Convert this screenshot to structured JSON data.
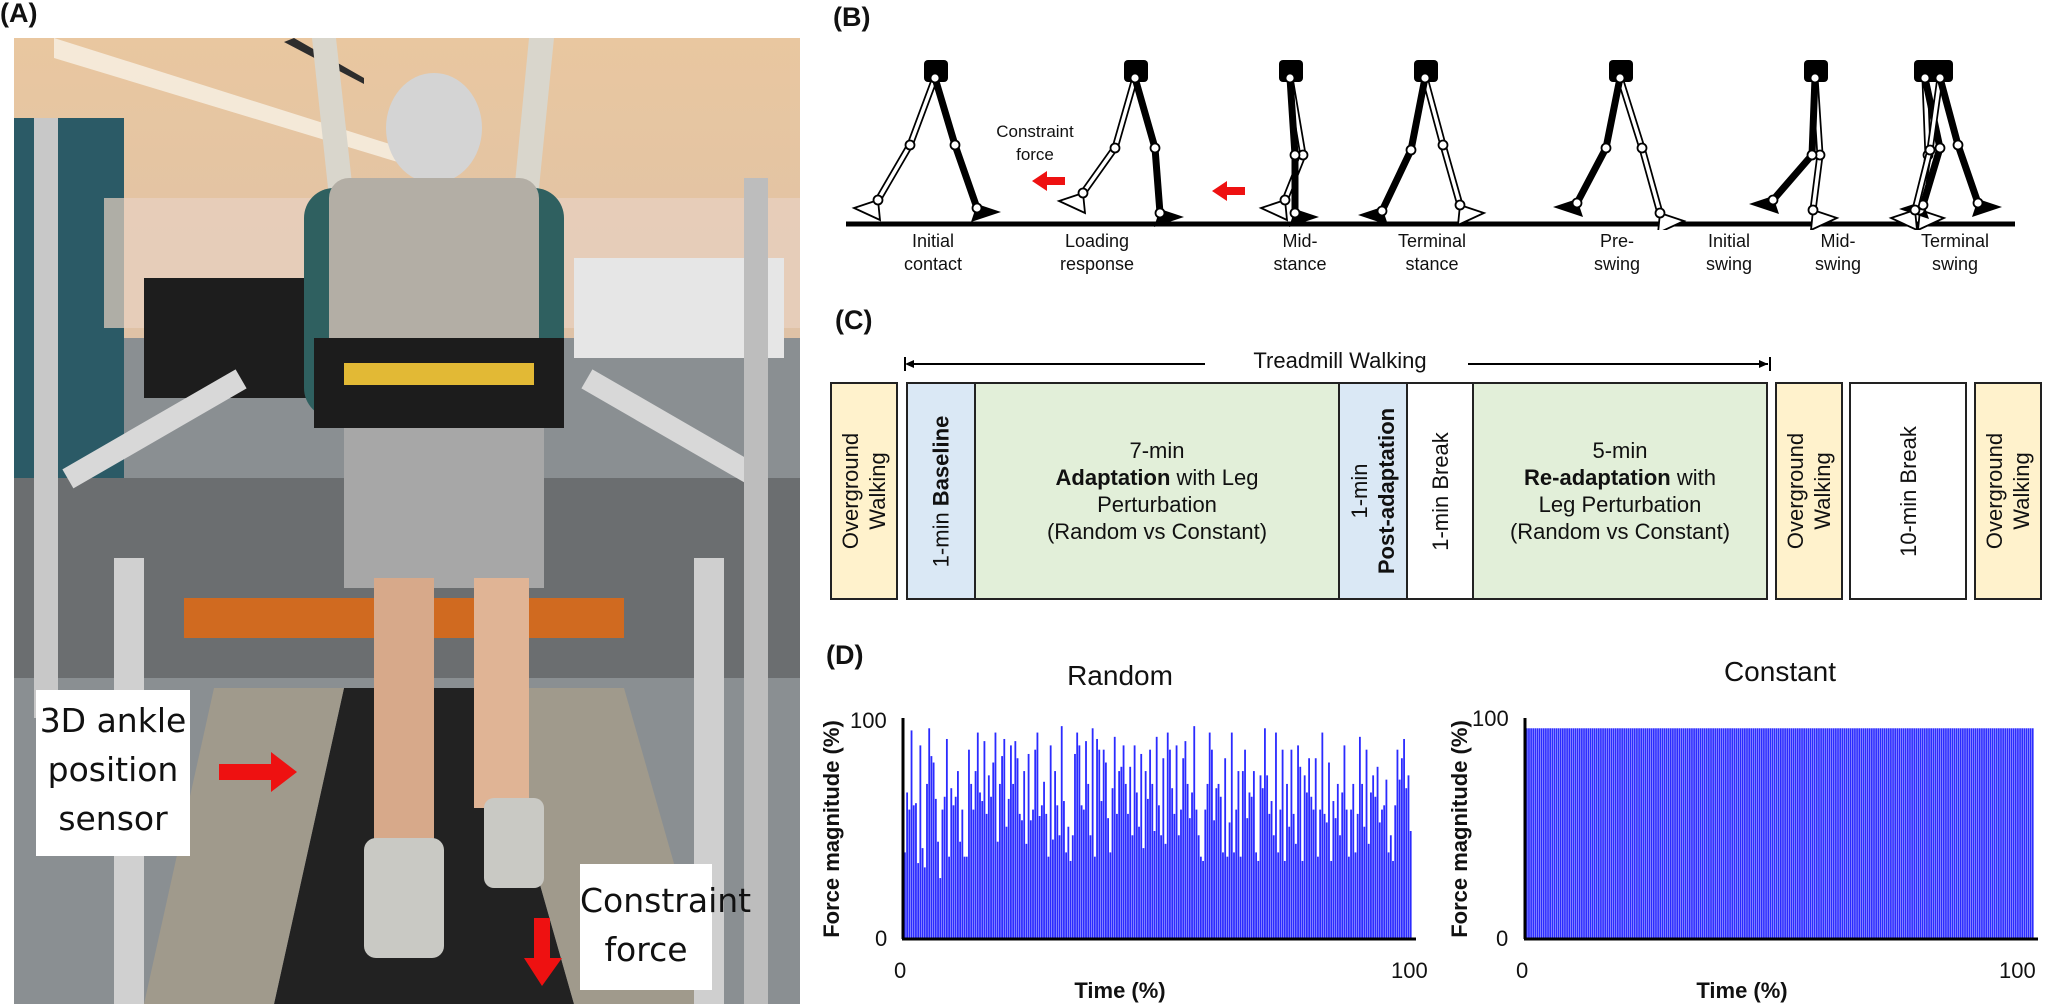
{
  "panels": {
    "a": {
      "label": "(A)",
      "callouts": {
        "sensor": [
          "3D ankle",
          "position",
          "sensor"
        ],
        "force": [
          "Constraint",
          "force"
        ]
      },
      "arrow_color": "#ee1111"
    },
    "b": {
      "label": "(B)",
      "constraint_label": [
        "Constraint",
        "force"
      ],
      "phases": [
        {
          "line1": "Initial",
          "line2": "contact"
        },
        {
          "line1": "Loading",
          "line2": "response"
        },
        {
          "line1": "Mid-",
          "line2": "stance"
        },
        {
          "line1": "Terminal",
          "line2": "stance"
        },
        {
          "line1": "Pre-",
          "line2": "swing"
        },
        {
          "line1": "Initial",
          "line2": "swing"
        },
        {
          "line1": "Mid-",
          "line2": "swing"
        },
        {
          "line1": "Terminal",
          "line2": "swing"
        }
      ]
    },
    "c": {
      "label": "(C)",
      "span_label": "Treadmill Walking",
      "blocks": {
        "overground1": [
          "Overground",
          "Walking"
        ],
        "baseline_prefix": "1-min ",
        "baseline_bold": "Baseline",
        "adaptation": {
          "line1": "7-min",
          "bold": "Adaptation",
          "rest": " with Leg",
          "line3": "Perturbation",
          "line4": "(Random vs Constant)"
        },
        "post_prefix": "1-min",
        "post_bold": "Post-adaptation",
        "break1": "1-min Break",
        "readaptation": {
          "line1": "5-min",
          "bold": "Re-adaptation",
          "rest": " with",
          "line3": "Leg Perturbation",
          "line4": "(Random vs Constant)"
        },
        "overground2": [
          "Overground",
          "Walking"
        ],
        "break2": "10-min Break",
        "overground3": [
          "Overground",
          "Walking"
        ]
      },
      "colors": {
        "overground": "#fff2cc",
        "baseline": "#dae8f5",
        "adaptation": "#e2efd9",
        "break": "#ffffff"
      }
    },
    "d": {
      "label": "(D)"
    }
  },
  "chart_data": [
    {
      "type": "bar",
      "title": "Random",
      "xlabel": "Time (%)",
      "ylabel": "Force magnitude (%)",
      "xlim": [
        0,
        100
      ],
      "ylim": [
        0,
        100
      ],
      "xticks": [
        "0",
        "100"
      ],
      "yticks": [
        "0",
        "100"
      ],
      "bar_color": "#1414ff",
      "values": [
        40,
        68,
        60,
        97,
        62,
        63,
        35,
        90,
        42,
        33,
        72,
        98,
        85,
        82,
        65,
        45,
        28,
        60,
        66,
        93,
        38,
        70,
        62,
        66,
        78,
        45,
        60,
        38,
        38,
        88,
        72,
        60,
        78,
        96,
        68,
        64,
        92,
        58,
        76,
        66,
        82,
        96,
        45,
        72,
        85,
        93,
        52,
        65,
        90,
        72,
        92,
        84,
        58,
        55,
        78,
        44,
        86,
        55,
        60,
        88,
        96,
        57,
        62,
        73,
        58,
        38,
        90,
        46,
        78,
        62,
        48,
        99,
        64,
        40,
        52,
        36,
        48,
        86,
        96,
        90,
        62,
        60,
        92,
        72,
        48,
        98,
        38,
        93,
        88,
        64,
        88,
        82,
        56,
        40,
        70,
        94,
        58,
        78,
        80,
        90,
        72,
        58,
        80,
        48,
        90,
        68,
        52,
        86,
        42,
        78,
        65,
        88,
        72,
        50,
        94,
        62,
        48,
        84,
        44,
        96,
        88,
        70,
        58,
        90,
        48,
        60,
        84,
        92,
        72,
        56,
        68,
        99,
        60,
        48,
        38,
        36,
        60,
        72,
        96,
        88,
        55,
        70,
        72,
        66,
        40,
        84,
        38,
        54,
        96,
        40,
        60,
        78,
        38,
        78,
        88,
        56,
        68,
        66,
        78,
        40,
        36,
        76,
        70,
        98,
        76,
        58,
        64,
        48,
        96,
        40,
        60,
        88,
        36,
        72,
        52,
        88,
        58,
        44,
        90,
        80,
        36,
        76,
        68,
        84,
        66,
        60,
        84,
        38,
        60,
        96,
        58,
        54,
        82,
        36,
        64,
        56,
        72,
        48,
        68,
        90,
        60,
        38,
        60,
        72,
        40,
        58,
        94,
        72,
        52,
        88,
        44,
        68,
        76,
        66,
        80,
        54,
        60,
        62,
        74,
        40,
        48,
        36,
        62,
        88,
        74,
        84,
        93,
        70,
        76,
        50
      ],
      "notes": "Approximate sampled values; chart shows dense random perturbation magnitudes between ~30% and 100%"
    },
    {
      "type": "bar",
      "title": "Constant",
      "xlabel": "Time (%)",
      "ylabel": "Force magnitude (%)",
      "xlim": [
        0,
        100
      ],
      "ylim": [
        0,
        100
      ],
      "xticks": [
        "0",
        "100"
      ],
      "yticks": [
        "0",
        "100"
      ],
      "bar_color": "#1414ff",
      "constant_value": 98,
      "bar_count": 240
    }
  ]
}
